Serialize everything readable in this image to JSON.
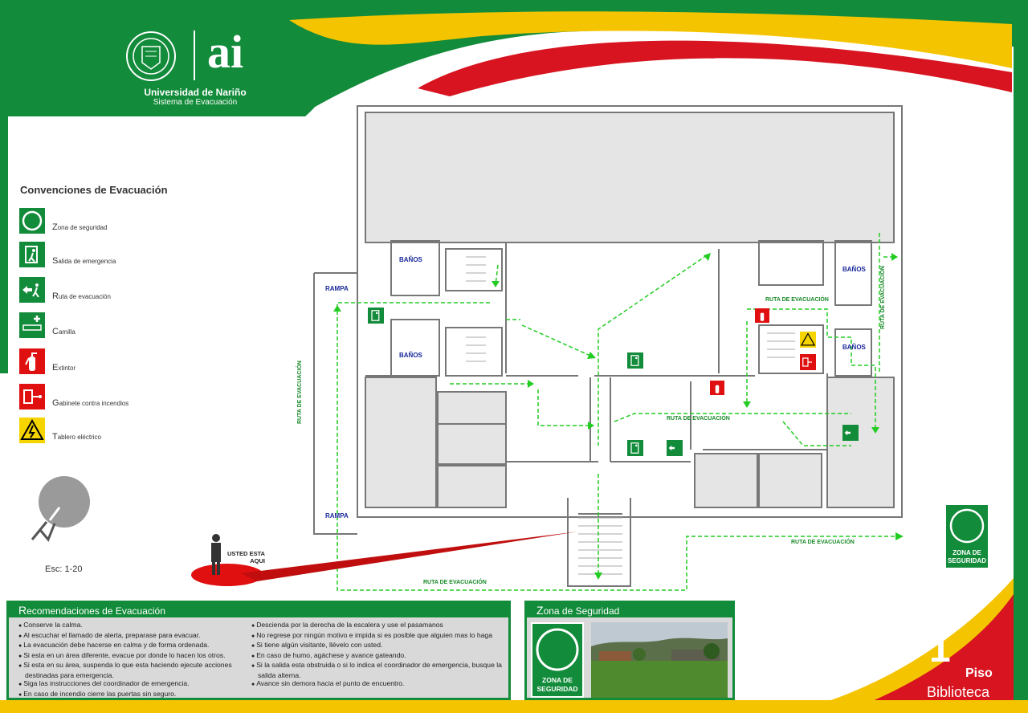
{
  "brand": {
    "logo_text": "ai",
    "university": "Universidad de Nariño",
    "system": "Sistema de Evacuación"
  },
  "legend": {
    "title": "Convenciones de Evacuación",
    "items": [
      {
        "icon": "safety-zone-icon",
        "label": "Zona de seguridad"
      },
      {
        "icon": "emergency-exit-icon",
        "label": "Salida de emergencia"
      },
      {
        "icon": "evacuation-route-icon",
        "label": "Ruta de evacuación"
      },
      {
        "icon": "stretcher-icon",
        "label": "Camilla"
      },
      {
        "icon": "extinguisher-icon",
        "label": "Extintor"
      },
      {
        "icon": "fire-cabinet-icon",
        "label": "Gabinete contra incendios"
      },
      {
        "icon": "electric-panel-icon",
        "label": "Tablero eléctrico"
      }
    ]
  },
  "scale": "Esc: 1-20",
  "you_are_here": {
    "line1": "USTED ESTA",
    "line2": "AQUI"
  },
  "map_labels": {
    "banos": "BAÑOS",
    "rampa": "RAMPA",
    "ruta": "RUTA DE EVACUACIÓN"
  },
  "zone_badge": {
    "line1": "ZONA DE",
    "line2": "SEGURIDAD"
  },
  "recommendations": {
    "title": "Recomendaciones de Evacuación",
    "left": [
      "Conserve la calma.",
      "Al escuchar el llamado de alerta, preparase para evacuar.",
      "La evacuación debe hacerse en calma y de forma ordenada.",
      "Si esta en un área diferente, evacue por donde lo hacen los otros.",
      "Si esta en su área, suspenda lo que esta haciendo ejecute acciones destinadas para emergencia.",
      "Siga las instrucciones del coordinador de emergencia.",
      "En caso de incendio cierre las puertas sin seguro."
    ],
    "right": [
      "Descienda por la derecha de la escalera y use el pasamanos",
      "No regrese por ningún motivo e impida si es posible que alguien mas  lo haga",
      "Si tiene algún visitante, llévelo con usted.",
      "En caso de humo, agáchese y avance gateando.",
      "Si la salida esta obstruida o si lo indica el coordinador de emergencia, busque la salida alterna.",
      "Avance sin demora hacia el punto de encuentro."
    ]
  },
  "safety_zone": {
    "title": "Zona de Seguridad"
  },
  "floor": {
    "number": "1",
    "label": "Piso",
    "building": "Biblioteca"
  },
  "colors": {
    "green": "#128b3a",
    "yellow": "#f5c400",
    "red": "#d7141f",
    "route": "#22cc22"
  }
}
